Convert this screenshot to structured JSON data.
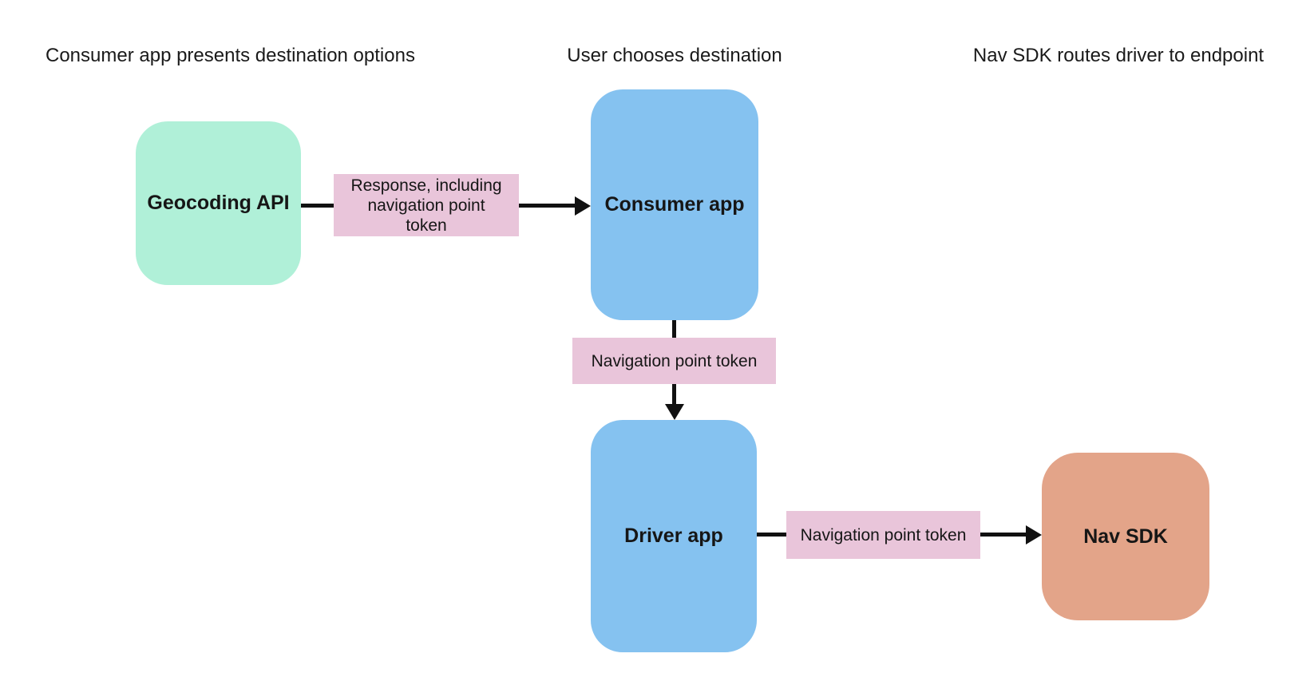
{
  "diagram": {
    "type": "flowchart",
    "background": "#ffffff",
    "columns": [
      {
        "title": "Consumer app presents destination options"
      },
      {
        "title": "User chooses destination"
      },
      {
        "title": "Nav SDK routes driver to endpoint"
      }
    ],
    "nodes": [
      {
        "id": "geocoding-api",
        "label": "Geocoding API",
        "fill": "#b0f0d8"
      },
      {
        "id": "consumer-app",
        "label": "Consumer app",
        "fill": "#85c2f0"
      },
      {
        "id": "driver-app",
        "label": "Driver app",
        "fill": "#85c2f0"
      },
      {
        "id": "nav-sdk",
        "label": "Nav SDK",
        "fill": "#e3a489"
      }
    ],
    "edges": [
      {
        "from": "geocoding-api",
        "to": "consumer-app",
        "label": "Response, including\nnavigation point\ntoken",
        "label_fill": "#e9c5da",
        "arrow_color": "#111111"
      },
      {
        "from": "consumer-app",
        "to": "driver-app",
        "label": "Navigation point token",
        "label_fill": "#e9c5da",
        "arrow_color": "#111111"
      },
      {
        "from": "driver-app",
        "to": "nav-sdk",
        "label": "Navigation point token",
        "label_fill": "#e9c5da",
        "arrow_color": "#111111"
      }
    ]
  }
}
